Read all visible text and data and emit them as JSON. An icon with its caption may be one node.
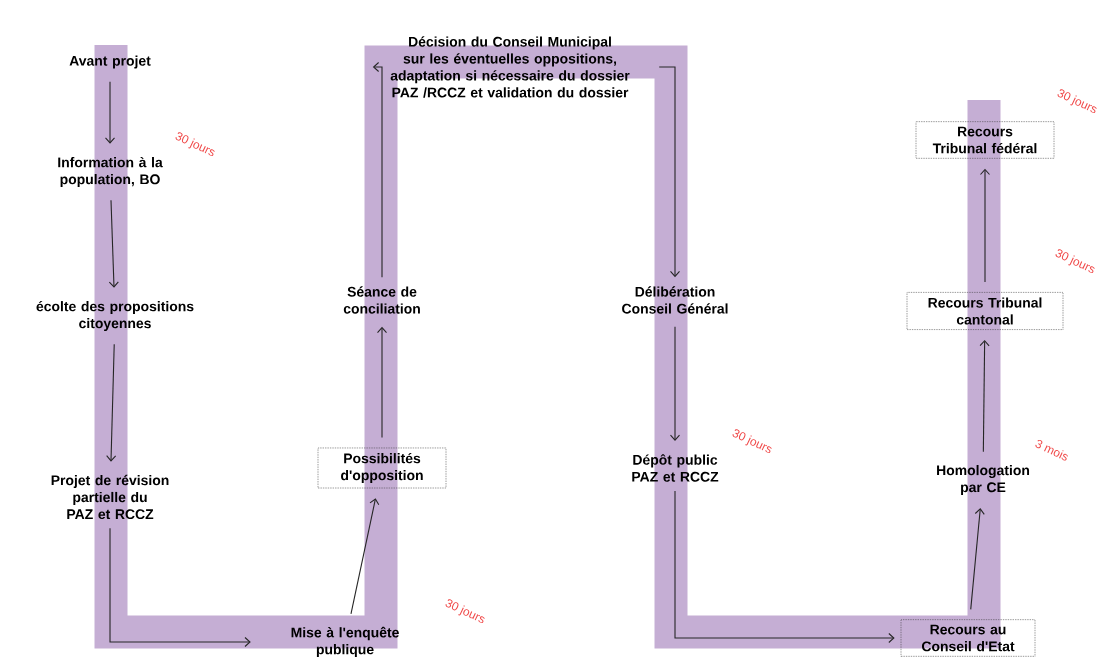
{
  "diagram": {
    "nodes": [
      {
        "text": [
          "Avant projet"
        ]
      },
      {
        "text": [
          "Information à la population, BO"
        ]
      },
      {
        "text": [
          "écolte des propositions citoyennes"
        ]
      },
      {
        "text": [
          "Projet de révision partielle du PAZ et RCCZ"
        ]
      },
      {
        "text": [
          "Mise à l'enquête publique"
        ]
      },
      {
        "text": [
          "Possibilités d'opposition"
        ]
      },
      {
        "text": [
          "Séance de conciliation"
        ]
      },
      {
        "text": [
          "Décision du Conseil Municipal sur les éventuelles oppositions, adaptation si nécessaire du dossier PAZ /RCCZ et validation du dossier"
        ]
      },
      {
        "text": [
          "Délibération Conseil Général"
        ]
      },
      {
        "text": [
          "Dépôt public PAZ et RCCZ"
        ]
      },
      {
        "text": [
          "Recours au Conseil d'Etat"
        ]
      },
      {
        "text": [
          "Homologation par CE"
        ]
      },
      {
        "text": [
          "Recours Tribunal cantonal"
        ]
      },
      {
        "text": [
          "Recours Tribunal fédéral"
        ]
      }
    ],
    "edges": [
      {
        "from": 0,
        "to": 1,
        "arrow": "to"
      },
      {
        "from": 1,
        "to": 2,
        "arrow": "to"
      },
      {
        "from": 2,
        "to": 3,
        "arrow": "to"
      },
      {
        "from": 3,
        "to": 4,
        "arrow": "to"
      },
      {
        "from": 4,
        "to": 5,
        "arrow": "to"
      },
      {
        "from": 5,
        "to": 6,
        "arrow": "to"
      },
      {
        "from": 6,
        "to": 7,
        "arrow": "to"
      },
      {
        "from": 7,
        "to": 8,
        "arrow": "to"
      },
      {
        "from": 8,
        "to": 9,
        "arrow": "to"
      },
      {
        "from": 9,
        "to": 10,
        "arrow": "to"
      },
      {
        "from": 10,
        "to": 11,
        "arrow": "to"
      },
      {
        "from": 11,
        "to": 12,
        "arrow": "to"
      },
      {
        "from": 12,
        "to": 13,
        "arrow": "to"
      }
    ],
    "labels": [
      "30 jours",
      "30 jours",
      "30 jours",
      "3 mois",
      "30 jours",
      "30 jours"
    ]
  }
}
